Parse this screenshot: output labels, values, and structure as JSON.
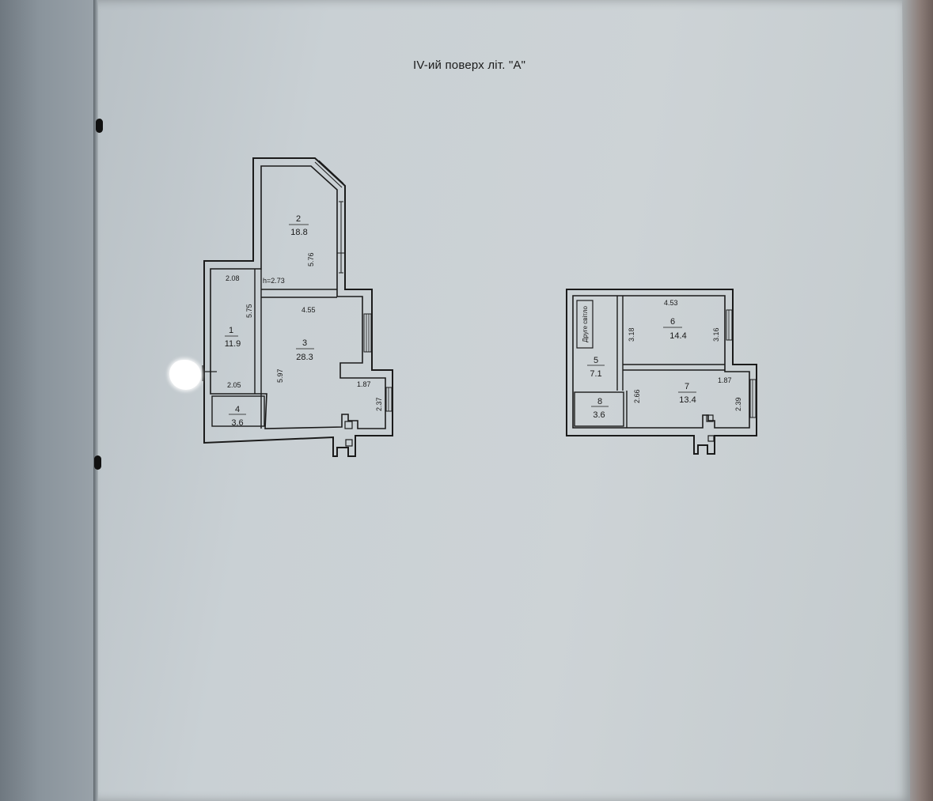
{
  "title": "IV-ий поверх літ. \"А\"",
  "plan_a": {
    "rooms": [
      {
        "number": "1",
        "area": "11.9"
      },
      {
        "number": "2",
        "area": "18.8"
      },
      {
        "number": "3",
        "area": "28.3"
      },
      {
        "number": "4",
        "area": "3.6"
      }
    ],
    "dimensions": [
      "2.08",
      "5.75",
      "2.05",
      "5.76",
      "h=2.73",
      "4.55",
      "5.97",
      "1.87",
      "2.37"
    ]
  },
  "plan_b": {
    "rooms": [
      {
        "number": "5",
        "area": "7.1"
      },
      {
        "number": "6",
        "area": "14.4"
      },
      {
        "number": "7",
        "area": "13.4"
      },
      {
        "number": "8",
        "area": "3.6"
      }
    ],
    "stair_label": "Друге світло",
    "dimensions": [
      "4.53",
      "3.18",
      "3.16",
      "2.66",
      "1.87",
      "2.39"
    ]
  },
  "colors": {
    "wall": "#1b1b1b",
    "paper": "#cdd3d6"
  }
}
